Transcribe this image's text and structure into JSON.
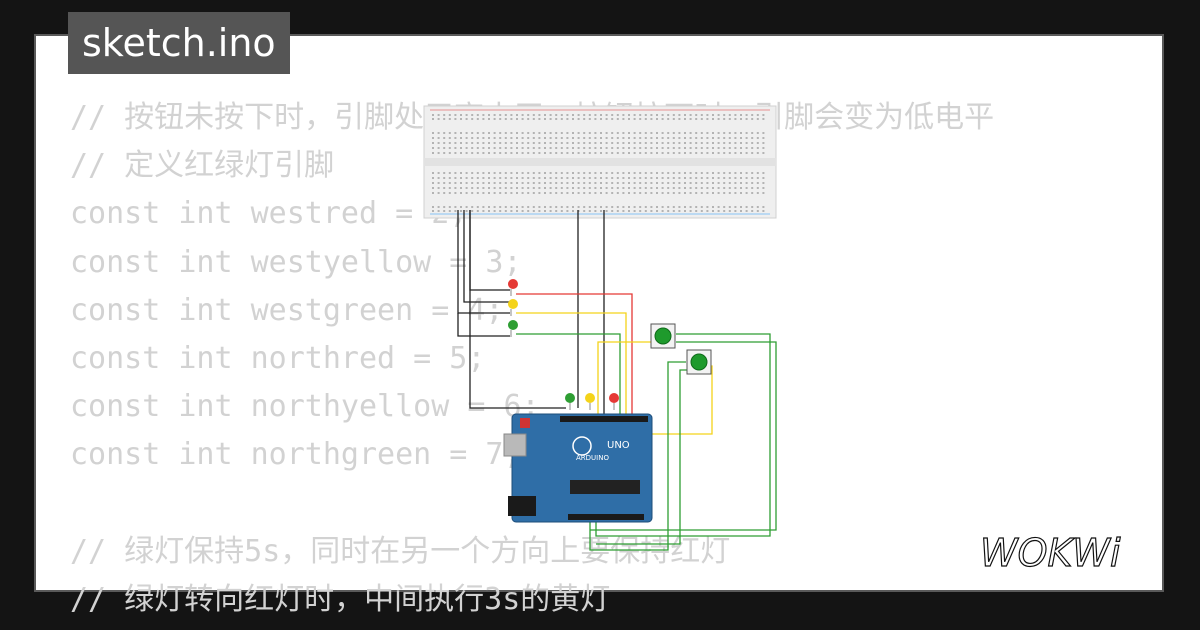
{
  "file": {
    "name": "sketch.ino"
  },
  "code": {
    "lines": [
      "// 按钮未按下时，引脚处于高电平，按钮按下时，引脚会变为低电平",
      "// 定义红绿灯引脚",
      "const int westred = 2;",
      "const int westyellow = 3;",
      "const int westgreen = 4;",
      "const int northred = 5;",
      "const int northyellow = 6;",
      "const int northgreen = 7;",
      "",
      "// 绿灯保持5s，同时在另一个方向上要保持红灯",
      "// 绿灯转向红灯时，中间执行3s的黄灯"
    ]
  },
  "board": {
    "model": "UNO",
    "brand": "ARDUINO"
  },
  "logo": {
    "text": "WOKWi"
  },
  "colors": {
    "background": "#141414",
    "card": "#ffffff",
    "tag": "#555555",
    "code_text": "#d2d2d2",
    "board_blue": "#2f6ea7",
    "wire_red": "#e53935",
    "wire_yellow": "#f4d31a",
    "wire_green": "#2e9e33",
    "wire_black": "#222222"
  }
}
